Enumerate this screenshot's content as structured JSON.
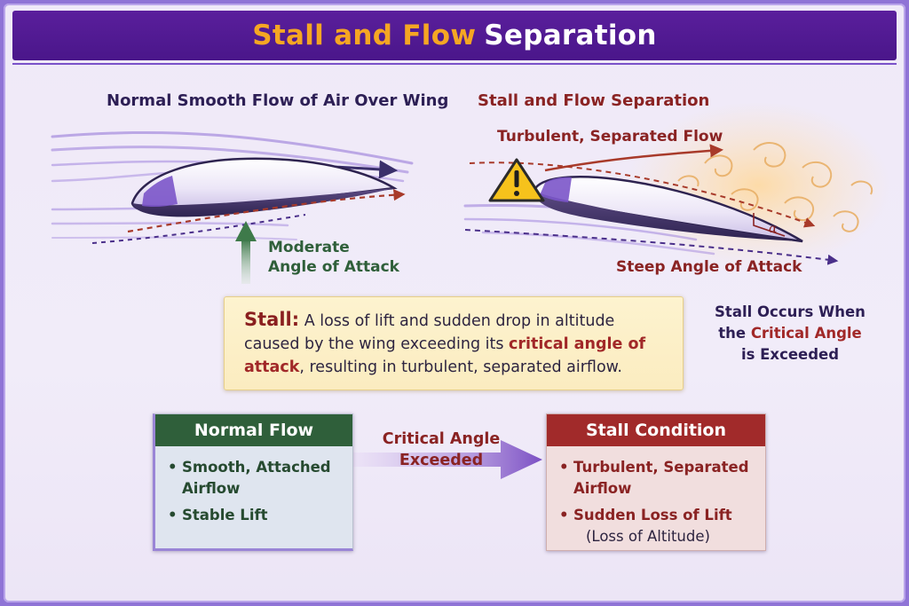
{
  "header": {
    "title_part1": "Stall and Flow",
    "title_part2": "Separation"
  },
  "left_panel": {
    "title": "Normal Smooth Flow of Air Over Wing",
    "aoa_label_line1": "Moderate",
    "aoa_label_line2": "Angle of Attack"
  },
  "right_panel": {
    "title": "Stall and Flow Separation",
    "turbulent_label": "Turbulent, Separated Flow",
    "steep_label": "Steep Angle of Attack",
    "alpha_symbol": "α"
  },
  "side_note": {
    "line1": "Stall Occurs When",
    "line2_pre": "the",
    "line2_hl": "Critical Angle",
    "line3": "is Exceeded"
  },
  "definition": {
    "term": "Stall:",
    "text_a": " A loss of lift and sudden drop in altitude caused by the wing exceeding its ",
    "highlight": "critical angle of attack",
    "text_b": ", resulting in turbulent, separated airflow."
  },
  "normal_card": {
    "title": "Normal Flow",
    "items": [
      "Smooth, Attached Airflow",
      "Stable Lift"
    ]
  },
  "transition": {
    "line1": "Critical Angle",
    "line2": "Exceeded"
  },
  "stall_card": {
    "title": "Stall Condition",
    "items": [
      "Turbulent, Separated Airflow",
      "Sudden Loss of Lift"
    ],
    "note": "(Loss of Altitude)"
  },
  "colors": {
    "header_bg": "#4a168a",
    "title_orange": "#f5a623",
    "normal_green": "#2f5f3a",
    "stall_red": "#a12a2a",
    "flow_purple": "#7b55c9",
    "dashed_red": "#a83a2a"
  }
}
